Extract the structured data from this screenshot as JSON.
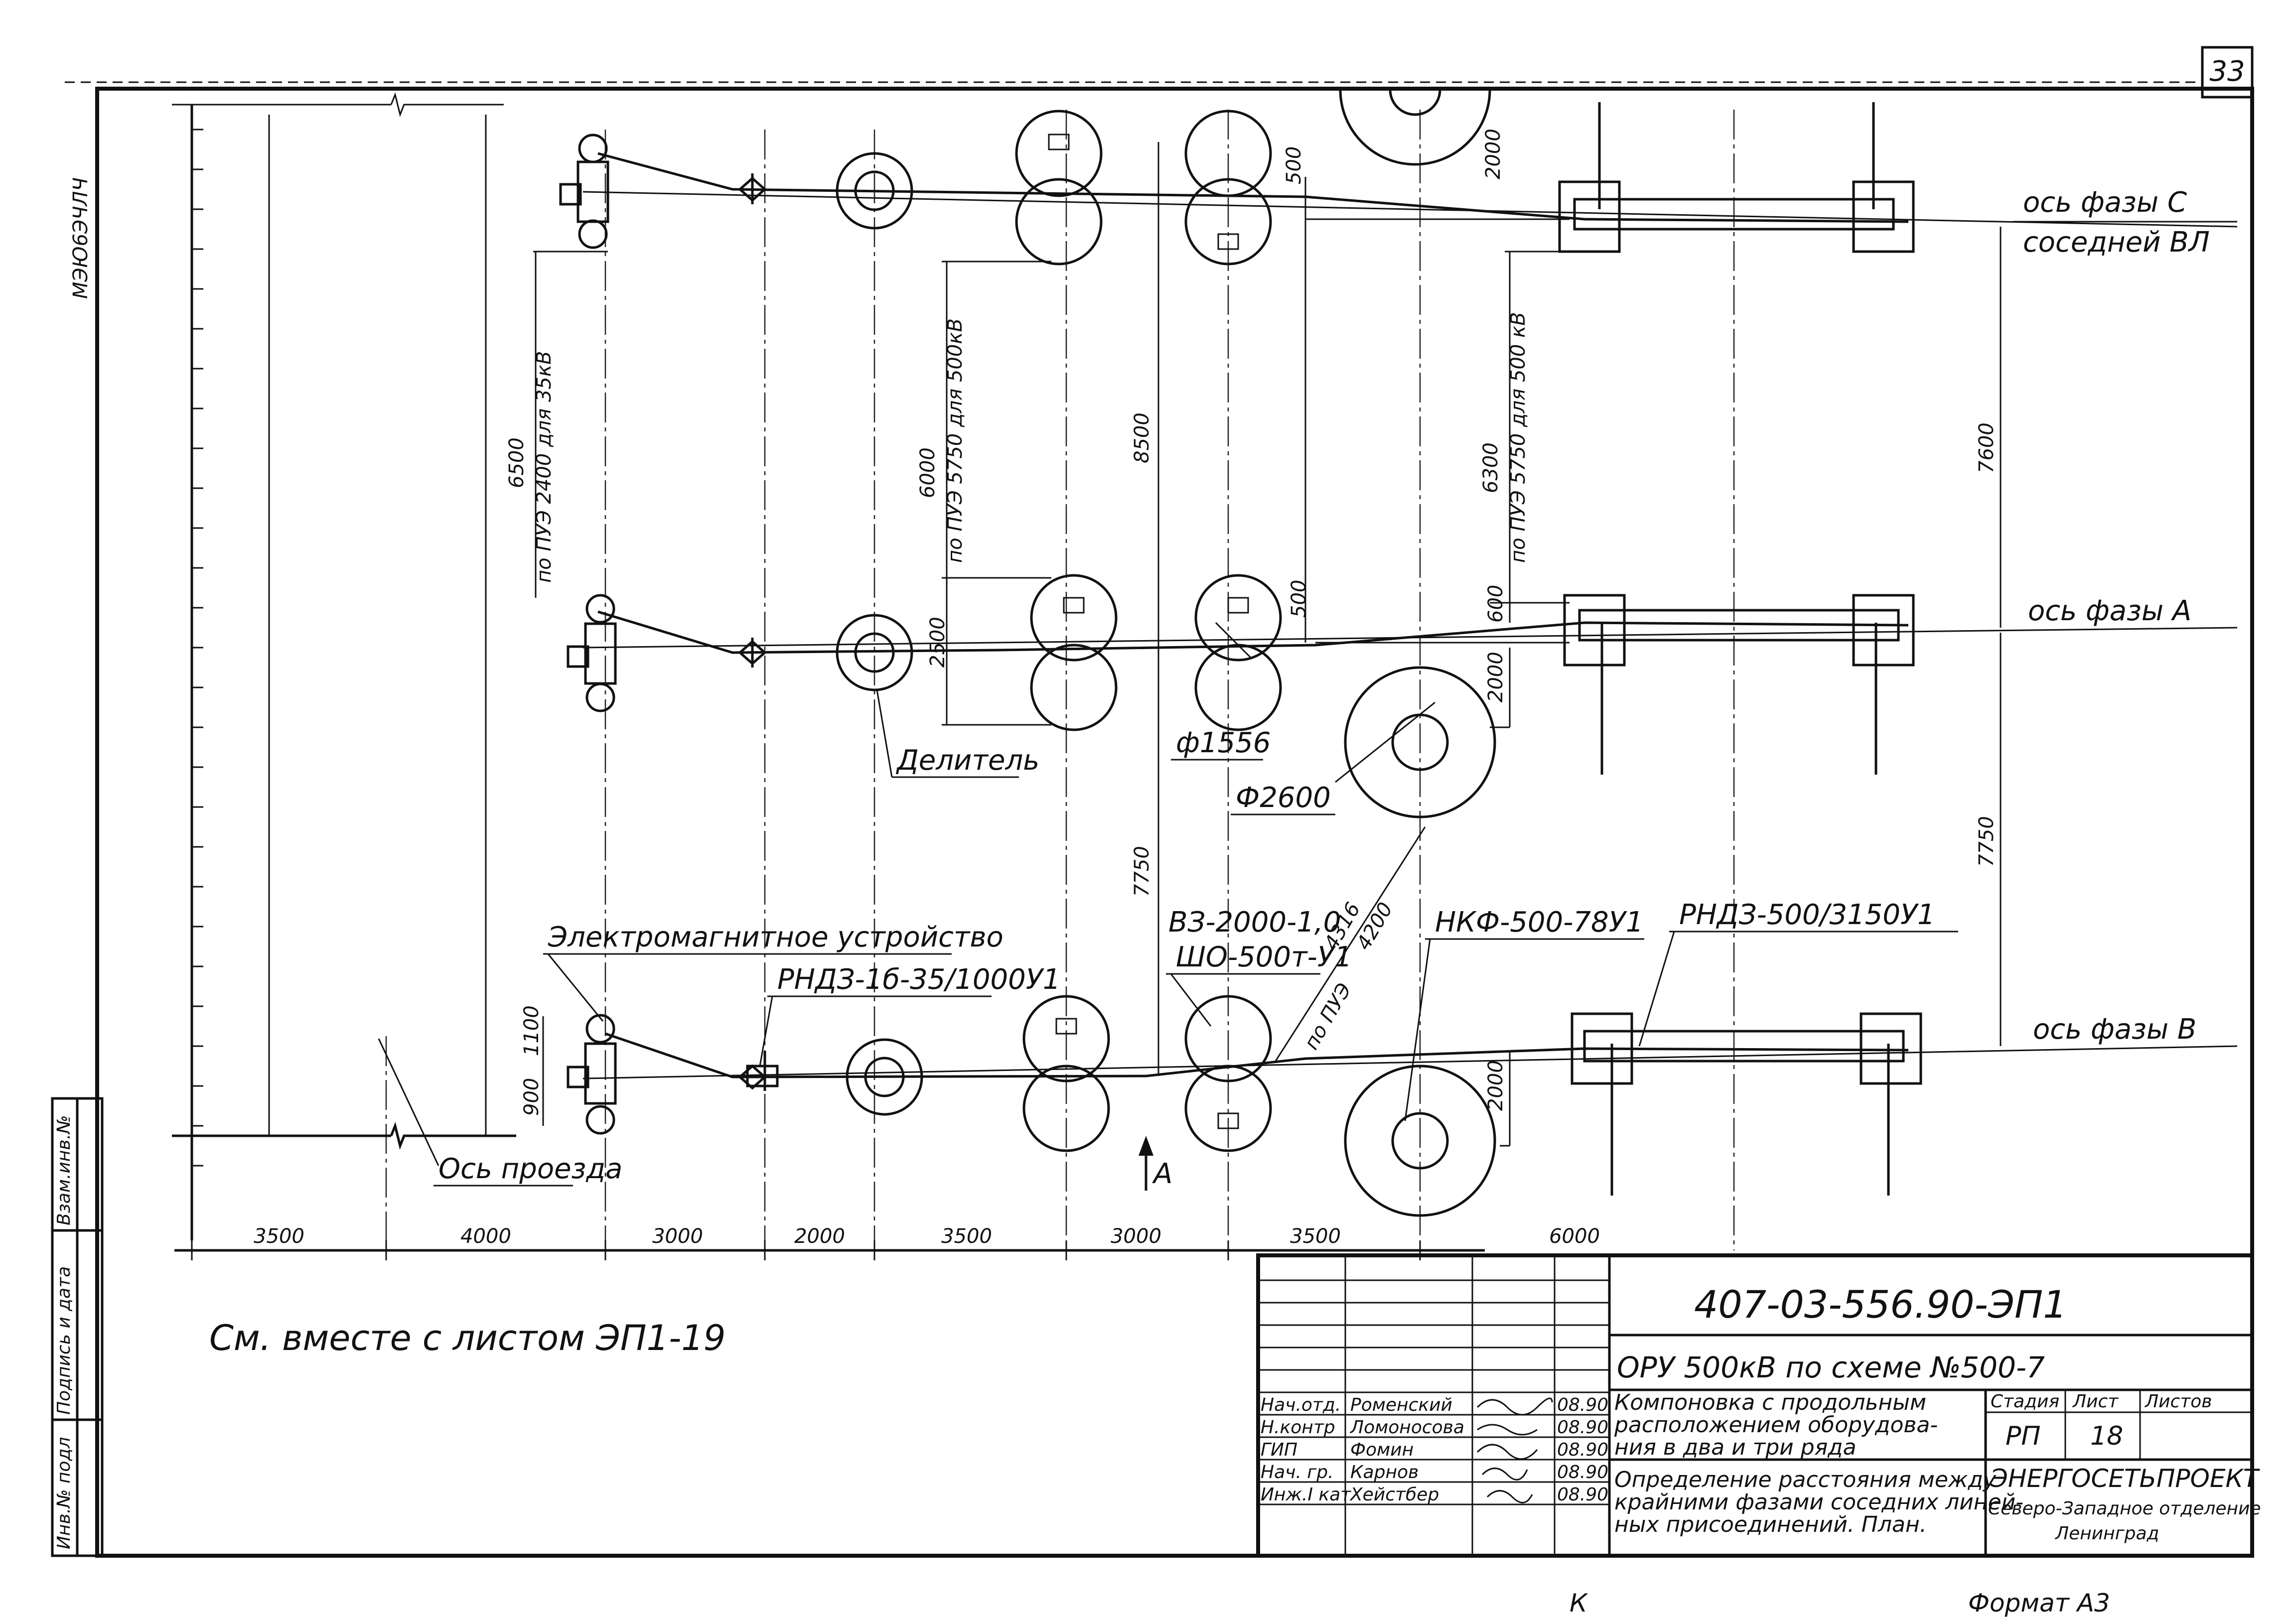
{
  "sheet_number": "33",
  "side_code": "МЭЮ6ЭЧЛЧ",
  "dims_bottom": [
    "3500",
    "4000",
    "3000",
    "2000",
    "3500",
    "3000",
    "3500",
    "6000"
  ],
  "dims_vertical": {
    "d6500": "6500",
    "d6500_note": "по ПУЭ 2400 для 35кВ",
    "d6000": "6000",
    "d6000_note": "по ПУЭ 5750 для 500кВ",
    "d8500": "8500",
    "d6300": "6300",
    "d6300_note": "по ПУЭ 5750 для 500 кВ",
    "d7600": "7600",
    "d7750a": "7750",
    "d7750b": "7750",
    "d500a": "500",
    "d500b": "500",
    "d2000a": "2000",
    "d2000b": "2000",
    "d2000c": "2000",
    "d600": "600",
    "d2500": "2500",
    "d900": "900",
    "d1100": "1100",
    "d4316": "4316",
    "d4200": "4200",
    "pue_diag": "по ПУЭ"
  },
  "labels": {
    "phase_c": "ось фазы С",
    "neighbor_line": "соседней ВЛ",
    "phase_a": "ось фазы А",
    "phase_b": "ось фазы В",
    "divider": "Делитель",
    "phi1556": "ф1556",
    "phi2600": "Ф2600",
    "em_device": "Электромагнитное устройство",
    "rnd35": "РНДЗ-1б-35/1000У1",
    "vz": "ВЗ-2000-1,0",
    "sho": "ШО-500т-У1",
    "nkf": "НКФ-500-78У1",
    "rnd500": "РНДЗ-500/3150У1",
    "road_axis": "Ось проезда",
    "view_a": "А",
    "note_sheet": "См. вместе с листом ЭП1-19",
    "bottom_fragment_1": "К",
    "bottom_fragment_2": "Формат А3"
  },
  "stamp": {
    "code": "407-03-556.90-ЭП1",
    "project": "ОРУ 500кВ по схеме №500-7",
    "title1": "Компоновка с продольным расположением оборудования в два и три ряда",
    "title1_lines": [
      "Компоновка с продольным",
      "расположением оборудова-",
      "ния в два и три ряда"
    ],
    "title2_lines": [
      "Определение расстояния между",
      "крайними фазами соседних линей-",
      "ных присоединений. План."
    ],
    "col_stage": "Стадия",
    "col_sheet": "Лист",
    "col_sheets": "Листов",
    "stage": "РП",
    "sheet": "18",
    "org": "ЭНЕРГОСЕТЬПРОЕКТ",
    "org_sub1": "Северо-Западное отделение",
    "org_sub2": "Ленинград",
    "people": [
      {
        "role": "Нач.отд.",
        "name": "Роменский",
        "date": "08.90"
      },
      {
        "role": "Н.контр",
        "name": "Ломоносова",
        "date": "08.90"
      },
      {
        "role": "ГИП",
        "name": "Фомин",
        "date": "08.90"
      },
      {
        "role": "Нач. гр.",
        "name": "Карнов",
        "date": "08.90"
      },
      {
        "role": "Инж.I кат",
        "name": "Хейстбер",
        "date": "08.90"
      }
    ]
  },
  "side_strip": {
    "inv_orig": "Инв.№ подл",
    "sign_date": "Подпись и дата",
    "vzam": "Взам.инв.№"
  }
}
